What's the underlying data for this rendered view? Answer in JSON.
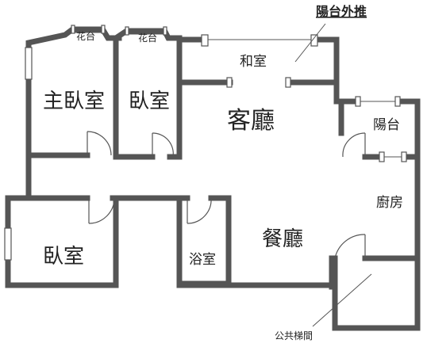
{
  "rooms": {
    "master_bedroom": "主臥室",
    "bedroom_top": "臥室",
    "living_room": "客廳",
    "japanese_room": "和室",
    "balcony": "陽台",
    "kitchen": "廚房",
    "bedroom_bottom": "臥室",
    "bathroom": "浴室",
    "dining_room": "餐廳",
    "planter_left": "花台",
    "planter_right": "花台"
  },
  "annotations": {
    "balcony_extended": "陽台外推",
    "public_stairwell": "公共梯間"
  },
  "colors": {
    "wall": "#555555",
    "background": "#ffffff",
    "text": "#222222"
  }
}
